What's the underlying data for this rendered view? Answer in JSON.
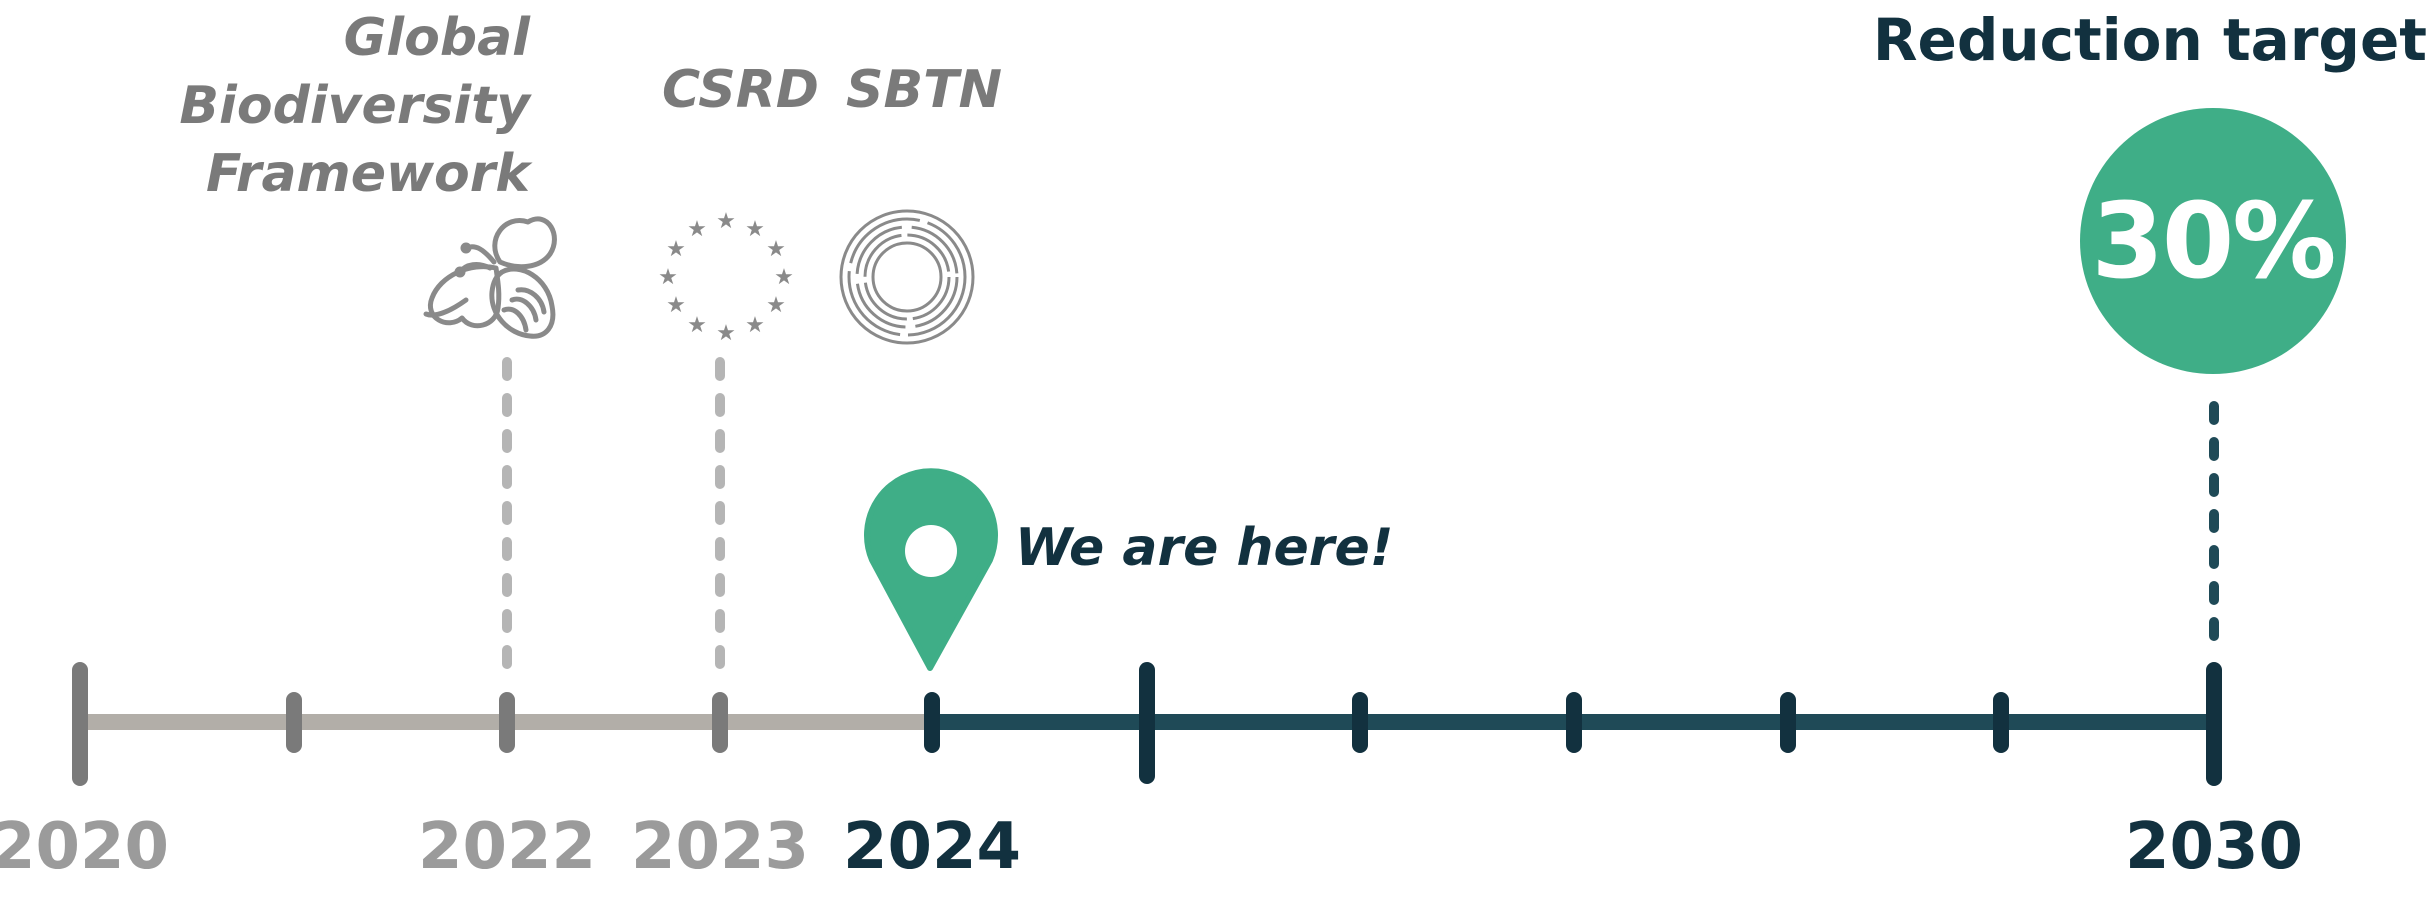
{
  "milestones": {
    "gbf_line1": "Global Biodiversity",
    "gbf_line2": "Framework",
    "csrd": "CSRD",
    "sbtn": "SBTN"
  },
  "years": {
    "y2020": "2020",
    "y2022": "2022",
    "y2023": "2023",
    "y2024": "2024",
    "y2030": "2030"
  },
  "current_marker": {
    "label": "We are here!"
  },
  "target": {
    "title": "Reduction target",
    "value": "30%"
  },
  "icons": [
    "bee-icon",
    "eu-stars-icon",
    "sbtn-rings-icon",
    "location-pin-icon"
  ],
  "colors": {
    "past_line": "#b2aea8",
    "past_tick": "#7a7a7a",
    "future_line": "#1f4a57",
    "future_tick": "#12313f",
    "accent_green": "#3fae87",
    "milestone_text": "#7a7a7a",
    "dashed_past": "#b5b5b5",
    "dashed_future": "#1f4a57"
  }
}
